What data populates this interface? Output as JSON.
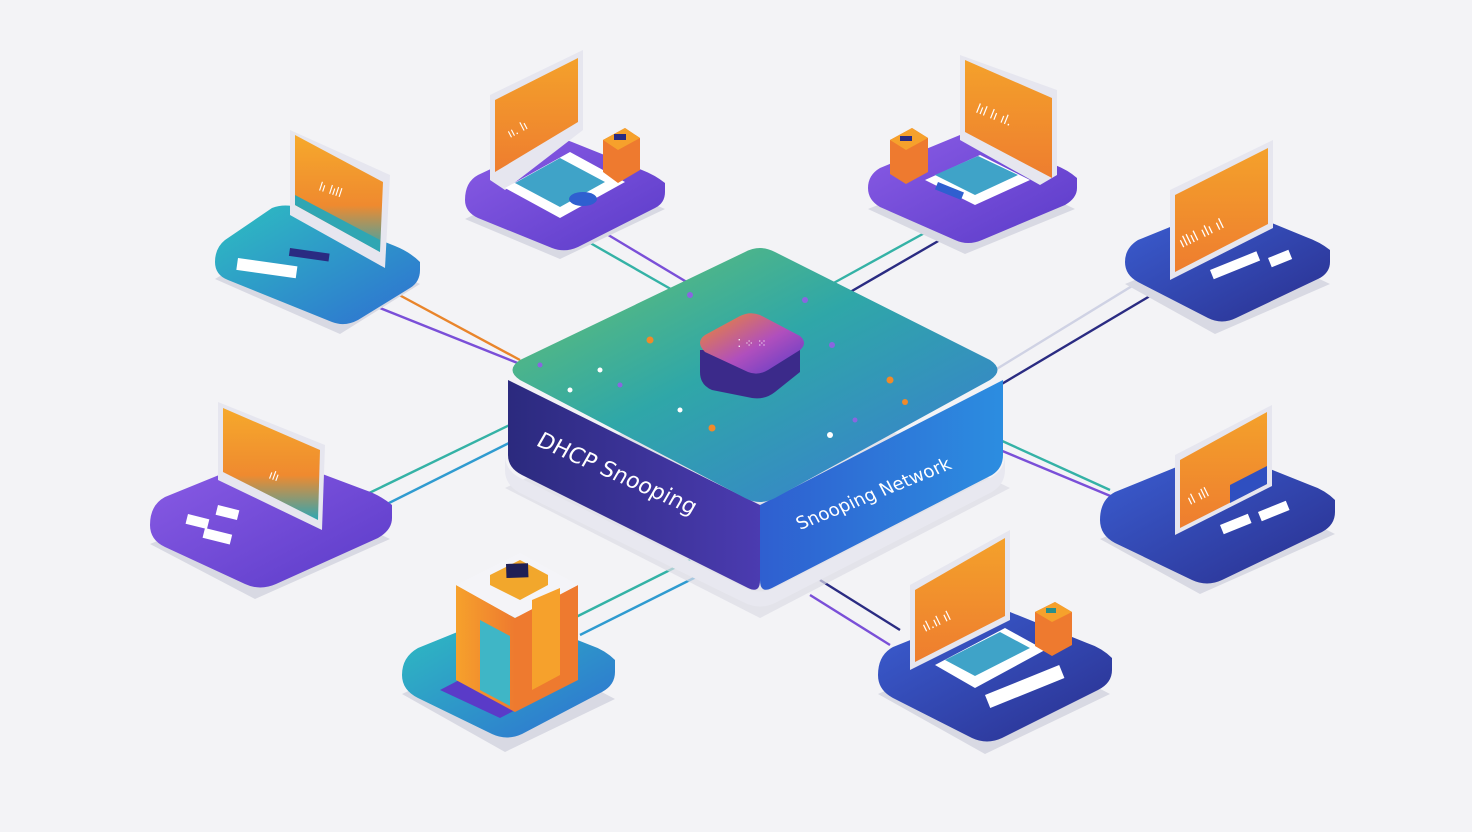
{
  "hub": {
    "label_left": "DHCP Snooping",
    "label_right": "Snooping Network"
  },
  "colors": {
    "background": "#f3f3f6",
    "purple": "#6a3fd0",
    "blue": "#2f7fd6",
    "teal": "#34b2a6",
    "orange": "#f08a2a",
    "amber": "#f2a72c",
    "navy": "#2a2b82"
  },
  "nodes": [
    {
      "id": "top-left-laptop",
      "icon": "laptop-icon"
    },
    {
      "id": "top-center-laptop",
      "icon": "laptop-icon"
    },
    {
      "id": "top-right-laptop",
      "icon": "laptop-icon"
    },
    {
      "id": "right-upper-monitor",
      "icon": "monitor-icon"
    },
    {
      "id": "left-monitor",
      "icon": "monitor-icon"
    },
    {
      "id": "right-lower-monitor",
      "icon": "monitor-icon"
    },
    {
      "id": "bottom-left-server",
      "icon": "server-icon"
    },
    {
      "id": "bottom-right-laptop",
      "icon": "laptop-icon"
    }
  ]
}
